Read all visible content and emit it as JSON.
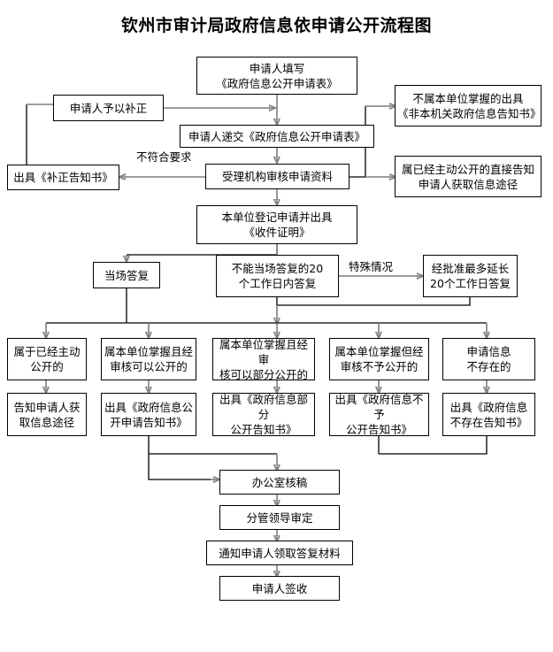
{
  "title": "钦州市审计局政府信息依申请公开流程图",
  "nodes": {
    "fill_form": "申请人填写\n《政府信息公开申请表》",
    "amend": "申请人予以补正",
    "not_held": "不属本单位掌握的出具\n《非本机关政府信息告知书》",
    "submit_form": "申请人递交《政府信息公开申请表》",
    "amend_notice": "出具《补正告知书》",
    "review": "受理机构审核申请资料",
    "already_public": "属已经主动公开的直接告知\n申请人获取信息途径",
    "register": "本单位登记申请并出具\n《收件证明》",
    "onsite_reply": "当场答复",
    "reply_20days": "不能当场答复的20\n个工作日内答复",
    "extend_20days": "经批准最多延长\n20个工作日答复",
    "case1": "属于已经主动\n公开的",
    "case2": "属本单位掌握且经\n审核可以公开的",
    "case3": "属本单位掌握且经审\n核可以部分公开的",
    "case4": "属本单位掌握但经\n审核不予公开的",
    "case5": "申请信息\n不存在的",
    "out1": "告知申请人获\n取信息途径",
    "out2": "出具《政府信息公\n开申请告知书》",
    "out3": "出具《政府信息部分\n公开告知书》",
    "out4": "出具《政府信息不予\n公开告知书》",
    "out5": "出具《政府信息\n不存在告知书》",
    "office_check": "办公室核稿",
    "leader_approve": "分管领导审定",
    "notify_collect": "通知申请人领取答复材料",
    "applicant_sign": "申请人签收"
  },
  "edge_labels": {
    "not_qualified": "不符合要求",
    "special_case": "特殊情况"
  },
  "colors": {
    "line": "#7f7f7f",
    "arrowhead": "#000000",
    "box_border": "#000000",
    "background": "#ffffff",
    "text": "#000000"
  }
}
